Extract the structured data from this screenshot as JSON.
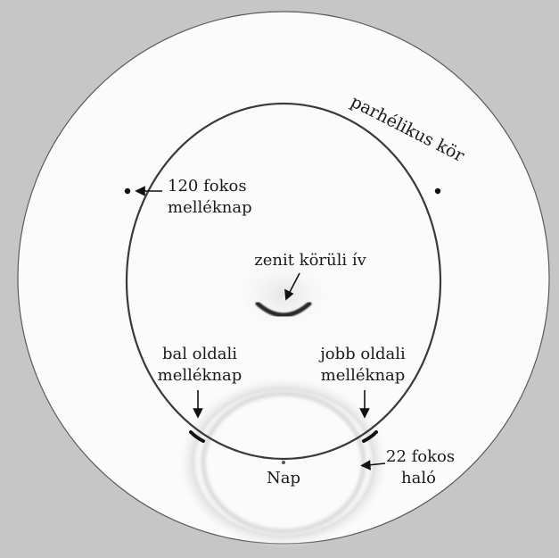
{
  "labels": {
    "parhelic_circle": "parhélikus kör",
    "parhelion_120_line1": "120 fokos",
    "parhelion_120_line2": "melléknap",
    "circumzenithal_arc": "zenit körüli ív",
    "left_parhelion_line1": "bal oldali",
    "left_parhelion_line2": "melléknap",
    "right_parhelion_line1": "jobb oldali",
    "right_parhelion_line2": "melléknap",
    "halo_22_line1": "22 fokos",
    "halo_22_line2": "haló",
    "sun": "Nap"
  },
  "colors": {
    "background": "#c6c6c6",
    "sky_disk": "#fbfbfb",
    "ring": "#3a3a3a",
    "text": "#1a1a1a"
  }
}
